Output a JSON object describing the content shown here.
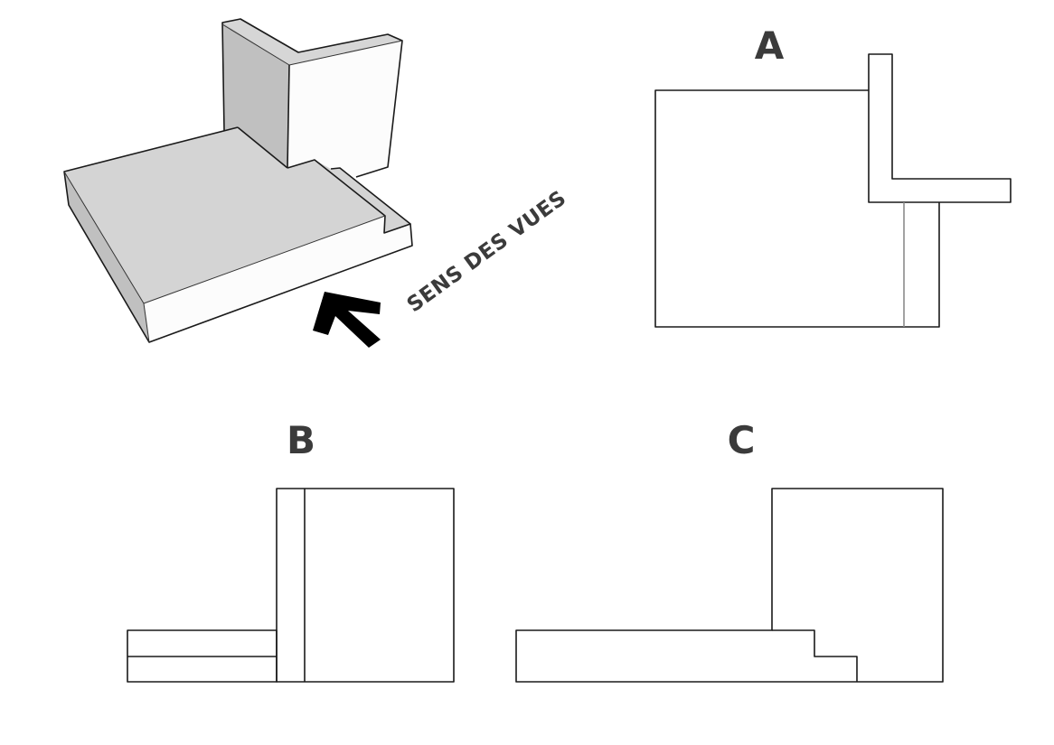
{
  "figure": {
    "type": "orthographic-projection-exercise",
    "direction_label": "SENS DES VUES",
    "direction_icon": "arrow-up-left-icon",
    "views": [
      {
        "id": "A",
        "label": "A"
      },
      {
        "id": "B",
        "label": "B"
      },
      {
        "id": "C",
        "label": "C"
      }
    ],
    "colors": {
      "label_text": "#3b3b3b",
      "line": "#1a1a1a",
      "hidden_line": "#8a8a8a",
      "face_top": "#d4d4d4",
      "face_side": "#c0c0c0",
      "face_front": "#fcfcfc",
      "arrow": "#000000"
    }
  }
}
